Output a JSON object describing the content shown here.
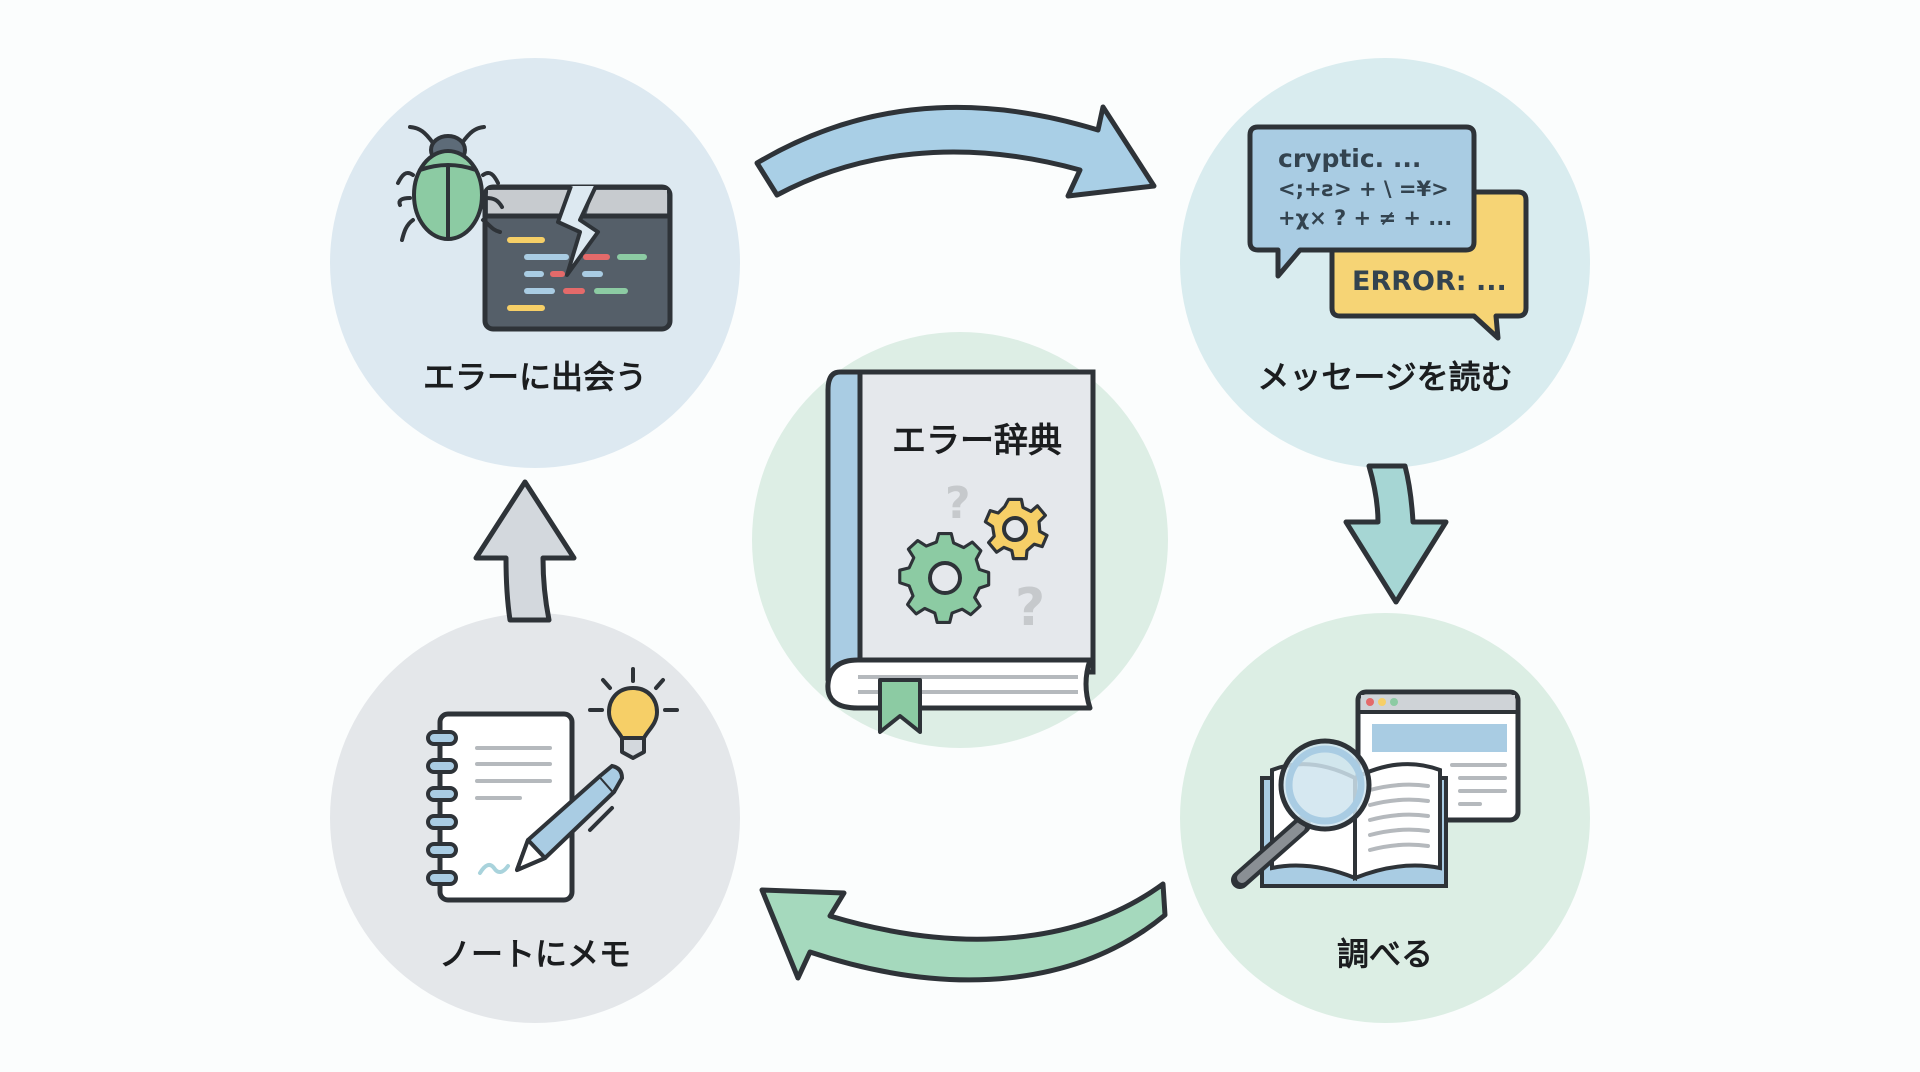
{
  "diagram": {
    "center": {
      "book_title": "エラー辞典",
      "icon": "error-dictionary-book-icon"
    },
    "steps": [
      {
        "label": "エラーに出会う",
        "icon": "bug-broken-window-icon",
        "color": "#dde9f1"
      },
      {
        "label": "メッセージを読む",
        "icon": "speech-bubbles-icon",
        "color": "#d9ecef",
        "bubble_lines": [
          "cryptic. ...",
          "<;+ƨ> + \\ =¥>",
          "+χ× ? + ≠ + ..."
        ],
        "error_text": "ERROR: ..."
      },
      {
        "label": "調べる",
        "icon": "magnifier-book-browser-icon",
        "color": "#dceee4"
      },
      {
        "label": "ノートにメモ",
        "icon": "notebook-pen-lightbulb-icon",
        "color": "#e4e7ea"
      }
    ],
    "arrows": [
      {
        "from": "エラーに出会う",
        "to": "メッセージを読む",
        "color": "#a9cfe6"
      },
      {
        "from": "メッセージを読む",
        "to": "調べる",
        "color": "#a6d6d4"
      },
      {
        "from": "調べる",
        "to": "ノートにメモ",
        "color": "#a5d9bd"
      },
      {
        "from": "ノートにメモ",
        "to": "エラーに出会う",
        "color": "#d3d8dd"
      }
    ],
    "colors": {
      "outline": "#2e3338",
      "yellow": "#f6cf67",
      "green": "#8ccba3",
      "blue": "#a9cce3",
      "red": "#e46a6a"
    }
  }
}
